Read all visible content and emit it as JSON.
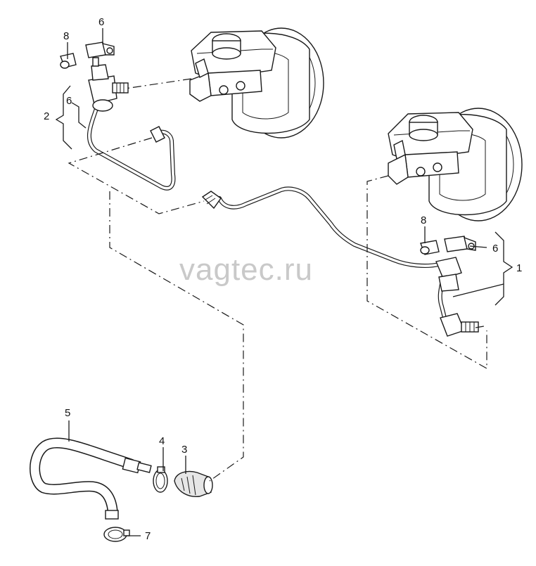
{
  "watermark": "vagtec.ru",
  "callouts": {
    "c1": "1",
    "c2": "2",
    "c3": "3",
    "c4": "4",
    "c5": "5",
    "c6_top": "6",
    "c6_top_bracket": "6",
    "c6_right": "6",
    "c7": "7",
    "c8_top": "8",
    "c8_right": "8"
  }
}
